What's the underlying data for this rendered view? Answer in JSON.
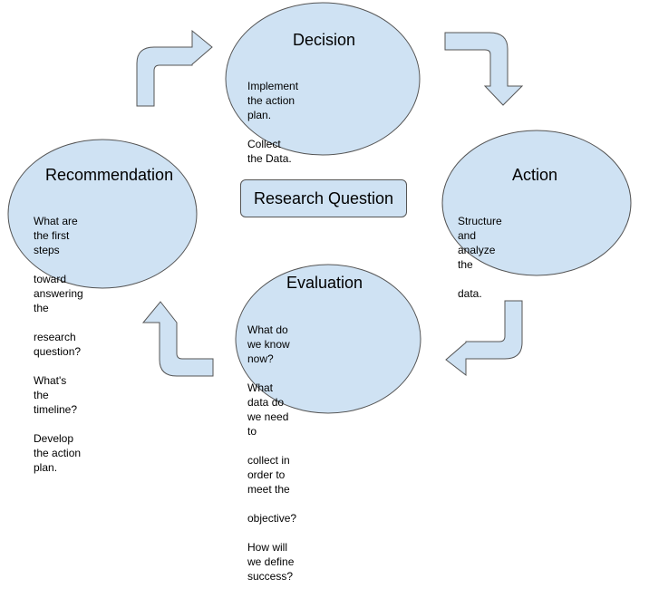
{
  "diagram": {
    "center": "Research Question",
    "nodes": [
      {
        "id": "decision",
        "title": "Decision",
        "lines": [
          "Implement the action plan.",
          "Collect the Data."
        ]
      },
      {
        "id": "action",
        "title": "Action",
        "lines": [
          "Structure and analyze the",
          "data."
        ]
      },
      {
        "id": "evaluation",
        "title": "Evaluation",
        "lines": [
          "What do we know now?",
          "What data do we need to",
          "collect in order to meet the",
          "objective?",
          "How will we define success?"
        ]
      },
      {
        "id": "recommendation",
        "title": "Recommendation",
        "lines": [
          "What are the first steps",
          "toward answering the",
          "research question?",
          "What's the timeline?",
          "Develop the action plan."
        ]
      }
    ]
  },
  "colors": {
    "fill": "#cfe2f3",
    "stroke": "#555555",
    "text": "#000000"
  }
}
